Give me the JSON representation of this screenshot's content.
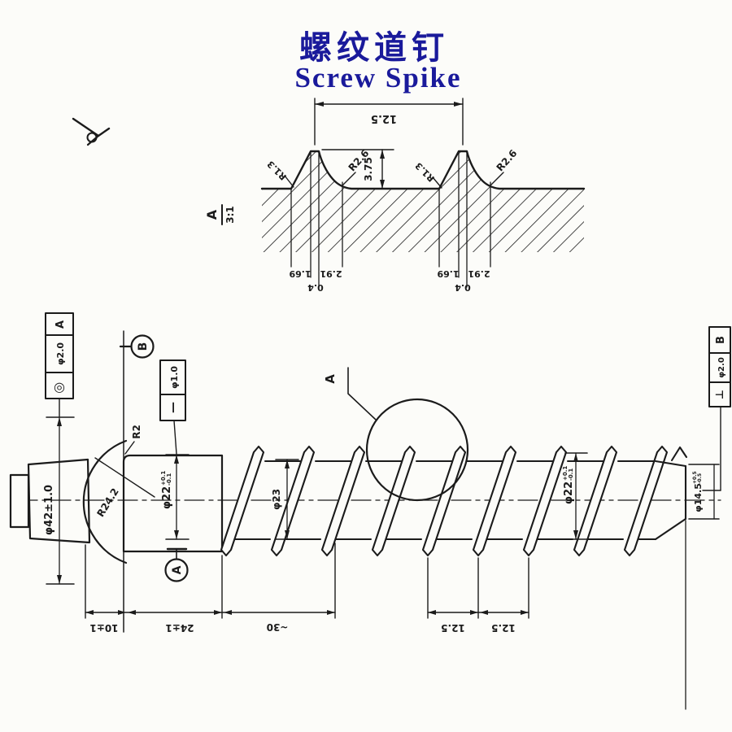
{
  "title": {
    "zh": "螺纹道钉",
    "en": "Screw Spike",
    "color": "#1a1a9b"
  },
  "section_view": {
    "label": "A",
    "scale": "3:1",
    "pitch": "12.5",
    "tooth_height": "3.75",
    "crest_radius": "R2.6",
    "root_radius": "R1.3",
    "flank_left": "1.69",
    "flank_right": "2.91",
    "crest_flat": "0.4"
  },
  "main_view": {
    "detail_label": "A",
    "head_dia": "φ42±1.0",
    "dome_radius": "R24.2",
    "neck_fillet": "R2",
    "shank_dia": "φ22",
    "shank_dia_tol_up": "+0.1",
    "shank_dia_tol_dn": "-0.1",
    "core_dia": "φ23",
    "thread_dia": "φ22",
    "thread_dia_tol_up": "+0.1",
    "thread_dia_tol_dn": "-0.1",
    "tip_dia": "φ14.5",
    "tip_dia_tol_up": "+0.5",
    "tip_dia_tol_dn": "-0.5",
    "len_head": "10±1",
    "len_collar": "24±1",
    "len_shank": "~30",
    "pitch1": "12.5",
    "pitch2": "12.5"
  },
  "gdt": {
    "frame_left": {
      "symbol": "◎",
      "tolerance": "φ2.0",
      "datum": "A"
    },
    "frame_mid": {
      "symbol": "—",
      "tolerance": "φ1.0"
    },
    "frame_right": {
      "symbol": "⊥",
      "tolerance": "φ2.0",
      "datum": "B"
    },
    "datum_a": "A",
    "datum_b": "B"
  }
}
